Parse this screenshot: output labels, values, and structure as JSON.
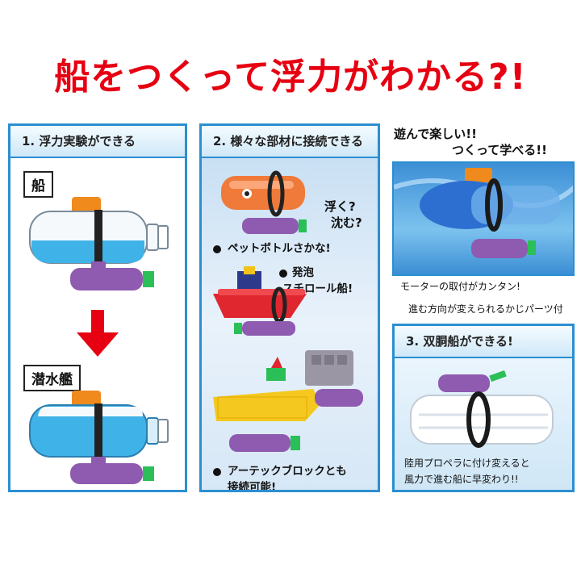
{
  "headline": "船をつくって浮力がわかる?!",
  "panel1": {
    "header": "1. 浮力実験ができる",
    "label_top": "船",
    "label_bottom": "潜水艦"
  },
  "panel2": {
    "header": "2. 様々な部材に接続できる",
    "bubble_line1": "浮く?",
    "bubble_line2": "沈む?",
    "caption_bottle": "ペットボトルさかな!",
    "caption_foam_line1": "発泡",
    "caption_foam_line2": "スチロール船!",
    "caption_block_line1": "アーテックブロックとも",
    "caption_block_line2": "接続可能!"
  },
  "right": {
    "tagline_line1": "遊んで楽しい!!",
    "tagline_line2": "つくって学べる!!",
    "note_motor": "モーターの取付がカンタン!",
    "note_rudder": "進む方向が変えられるかじパーツ付"
  },
  "panel3": {
    "header": "3. 双胴船ができる!",
    "caption_line1": "陸用プロペラに付け変えると",
    "caption_line2": "風力で進む船に早変わり!!"
  },
  "colors": {
    "headline": "#e60012",
    "panel_border": "#2b8fd1",
    "arrow": "#e60012",
    "motor": "#8e5bb0",
    "cap": "#f08a1c",
    "water": "#3fb3e8"
  }
}
